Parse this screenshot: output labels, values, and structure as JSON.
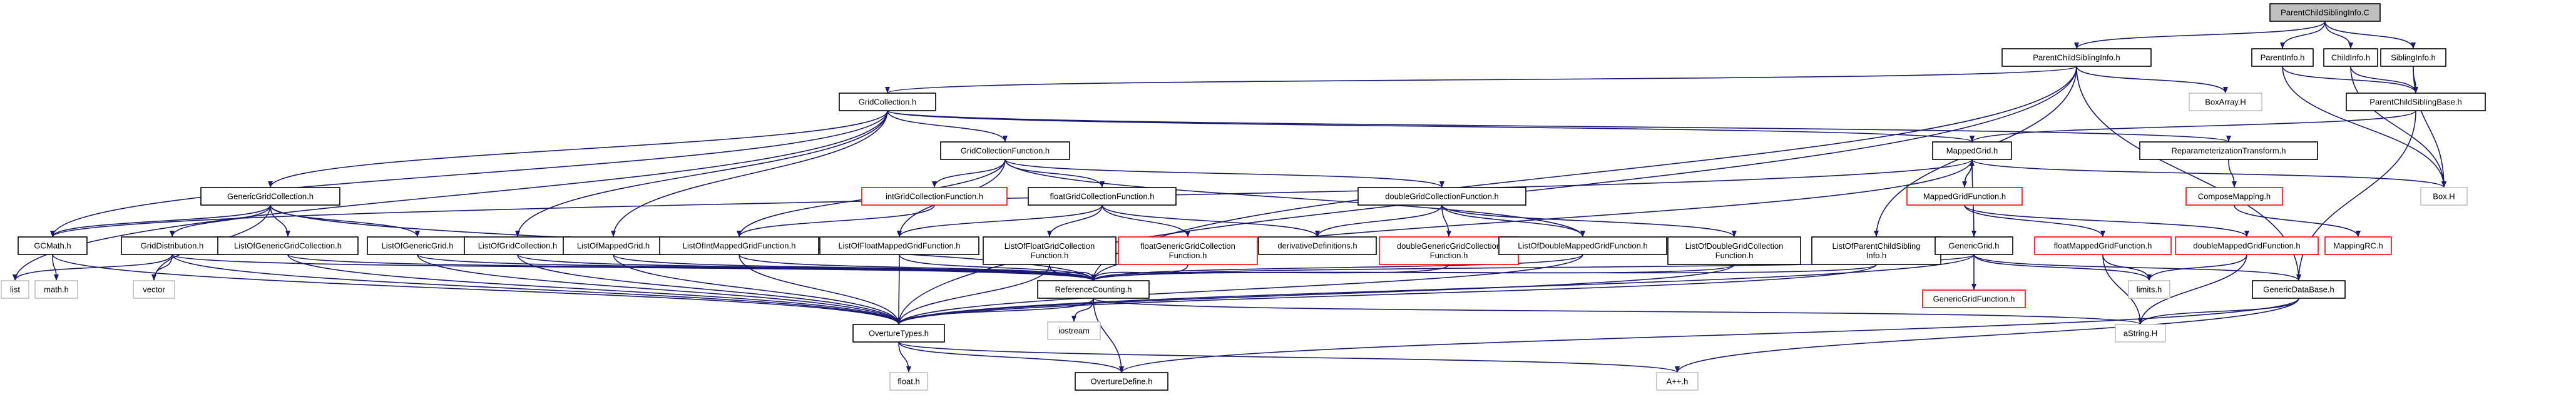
{
  "colors": {
    "edge": "#191970",
    "root_fill": "#bfbfbf",
    "border_documented": "#000000",
    "border_undocumented": "#ff0000",
    "border_external": "#bfbfbf",
    "node_fill": "#ffffff"
  },
  "nodes": {
    "root": {
      "label": "ParentChildSiblingInfo.C",
      "kind": "root"
    },
    "pcsinfo": {
      "label": "ParentChildSiblingInfo.h",
      "kind": "documented"
    },
    "parentinfo": {
      "label": "ParentInfo.h",
      "kind": "documented"
    },
    "childinfo": {
      "label": "ChildInfo.h",
      "kind": "documented"
    },
    "siblinginfo": {
      "label": "SiblingInfo.h",
      "kind": "documented"
    },
    "gridcollection": {
      "label": "GridCollection.h",
      "kind": "documented"
    },
    "boxarray": {
      "label": "BoxArray.H",
      "kind": "external"
    },
    "pcsbase": {
      "label": "ParentChildSiblingBase.h",
      "kind": "documented"
    },
    "gridcollfunc": {
      "label": "GridCollectionFunction.h",
      "kind": "documented"
    },
    "mappedgrid": {
      "label": "MappedGrid.h",
      "kind": "documented"
    },
    "reparam": {
      "label": "ReparameterizationTransform.h",
      "kind": "documented"
    },
    "genericgridcoll": {
      "label": "GenericGridCollection.h",
      "kind": "documented"
    },
    "intgridcollfunc": {
      "label": "intGridCollectionFunction.h",
      "kind": "undocumented"
    },
    "floatgridcollfunc": {
      "label": "floatGridCollectionFunction.h",
      "kind": "documented"
    },
    "doublegridcollfunc": {
      "label": "doubleGridCollectionFunction.h",
      "kind": "documented"
    },
    "mappedgridfunc": {
      "label": "MappedGridFunction.h",
      "kind": "undocumented"
    },
    "composemapping": {
      "label": "ComposeMapping.h",
      "kind": "undocumented"
    },
    "boxh": {
      "label": "Box.H",
      "kind": "external"
    },
    "gcmath": {
      "label": "GCMath.h",
      "kind": "documented"
    },
    "griddistribution": {
      "label": "GridDistribution.h",
      "kind": "documented"
    },
    "listofgenericgridcoll": {
      "label": "ListOfGenericGridCollection.h",
      "kind": "documented"
    },
    "listofgenericgrid": {
      "label": "ListOfGenericGrid.h",
      "kind": "documented"
    },
    "listofgridcoll": {
      "label": "ListOfGridCollection.h",
      "kind": "documented"
    },
    "listofmappedgrid": {
      "label": "ListOfMappedGrid.h",
      "kind": "documented"
    },
    "listofintmgf": {
      "label": "ListOfIntMappedGridFunction.h",
      "kind": "documented"
    },
    "listoffloatmgf": {
      "label": "ListOfFloatMappedGridFunction.h",
      "kind": "documented"
    },
    "listoffloatgcf": {
      "label": [
        "ListOfFloatGridCollection",
        "Function.h"
      ],
      "kind": "documented"
    },
    "floatgenericgcf": {
      "label": [
        "floatGenericGridCollection",
        "Function.h"
      ],
      "kind": "undocumented"
    },
    "derivdefs": {
      "label": "derivativeDefinitions.h",
      "kind": "documented"
    },
    "doublegenericgcf": {
      "label": [
        "doubleGenericGridCollection",
        "Function.h"
      ],
      "kind": "undocumented"
    },
    "listofdoublemgf": {
      "label": "ListOfDoubleMappedGridFunction.h",
      "kind": "documented"
    },
    "listofdoublegcf": {
      "label": [
        "ListOfDoubleGridCollection",
        "Function.h"
      ],
      "kind": "documented"
    },
    "listofpcs": {
      "label": [
        "ListOfParentChildSibling",
        "Info.h"
      ],
      "kind": "documented"
    },
    "genericgrid": {
      "label": "GenericGrid.h",
      "kind": "documented"
    },
    "floatmgf": {
      "label": "floatMappedGridFunction.h",
      "kind": "undocumented"
    },
    "doublemgf": {
      "label": "doubleMappedGridFunction.h",
      "kind": "undocumented"
    },
    "mappingrc": {
      "label": "MappingRC.h",
      "kind": "undocumented"
    },
    "list": {
      "label": "list",
      "kind": "external"
    },
    "mathh": {
      "label": "math.h",
      "kind": "external"
    },
    "vector": {
      "label": "vector",
      "kind": "external"
    },
    "refcounting": {
      "label": "ReferenceCounting.h",
      "kind": "documented"
    },
    "genericgridfunc": {
      "label": "GenericGridFunction.h",
      "kind": "undocumented"
    },
    "limits": {
      "label": "limits.h",
      "kind": "external"
    },
    "genericdatabase": {
      "label": "GenericDataBase.h",
      "kind": "documented"
    },
    "iostream": {
      "label": "iostream",
      "kind": "external"
    },
    "overturetypes": {
      "label": "OvertureTypes.h",
      "kind": "documented"
    },
    "astring": {
      "label": "aString.H",
      "kind": "external"
    },
    "floath": {
      "label": "float.h",
      "kind": "external"
    },
    "overturedefine": {
      "label": "OvertureDefine.h",
      "kind": "documented"
    },
    "app": {
      "label": "A++.h",
      "kind": "external"
    }
  },
  "edges": [
    [
      "root",
      "pcsinfo"
    ],
    [
      "root",
      "parentinfo"
    ],
    [
      "root",
      "childinfo"
    ],
    [
      "root",
      "siblinginfo"
    ],
    [
      "pcsinfo",
      "gridcollection"
    ],
    [
      "pcsinfo",
      "boxarray"
    ],
    [
      "pcsinfo",
      "listofpcs"
    ],
    [
      "pcsinfo",
      "refcounting"
    ],
    [
      "pcsinfo",
      "genericdatabase"
    ],
    [
      "pcsinfo",
      "overturetypes"
    ],
    [
      "parentinfo",
      "pcsbase"
    ],
    [
      "parentinfo",
      "boxh"
    ],
    [
      "childinfo",
      "pcsbase"
    ],
    [
      "childinfo",
      "boxh"
    ],
    [
      "siblinginfo",
      "pcsbase"
    ],
    [
      "siblinginfo",
      "boxh"
    ],
    [
      "pcsbase",
      "mappedgrid"
    ],
    [
      "pcsbase",
      "genericdatabase"
    ],
    [
      "gridcollection",
      "list"
    ],
    [
      "gridcollection",
      "gridcollfunc"
    ],
    [
      "gridcollection",
      "mappedgrid"
    ],
    [
      "gridcollection",
      "reparam"
    ],
    [
      "gridcollection",
      "genericgridcoll"
    ],
    [
      "gridcollection",
      "gcmath"
    ],
    [
      "gridcollection",
      "listofgridcoll"
    ],
    [
      "gridcollection",
      "listofmappedgrid"
    ],
    [
      "gridcollfunc",
      "intgridcollfunc"
    ],
    [
      "gridcollfunc",
      "floatgridcollfunc"
    ],
    [
      "gridcollfunc",
      "doublegridcollfunc"
    ],
    [
      "gridcollfunc",
      "listofintmgf"
    ],
    [
      "gridcollfunc",
      "listoffloatmgf"
    ],
    [
      "gridcollfunc",
      "listofdoublemgf"
    ],
    [
      "intgridcollfunc",
      "listofintmgf"
    ],
    [
      "floatgridcollfunc",
      "listoffloatgcf"
    ],
    [
      "floatgridcollfunc",
      "floatgenericgcf"
    ],
    [
      "floatgridcollfunc",
      "derivdefs"
    ],
    [
      "floatgridcollfunc",
      "listoffloatmgf"
    ],
    [
      "doublegridcollfunc",
      "doublegenericgcf"
    ],
    [
      "doublegridcollfunc",
      "derivdefs"
    ],
    [
      "doublegridcollfunc",
      "listofdoublemgf"
    ],
    [
      "doublegridcollfunc",
      "listofdoublegcf"
    ],
    [
      "mappedgrid",
      "mappedgridfunc"
    ],
    [
      "mappedgrid",
      "boxh"
    ],
    [
      "mappedgrid",
      "genericgrid"
    ],
    [
      "mappedgrid",
      "gcmath"
    ],
    [
      "mappedgrid",
      "refcounting"
    ],
    [
      "mappedgridfunc",
      "mappedgrid"
    ],
    [
      "mappedgridfunc",
      "floatmgf"
    ],
    [
      "mappedgridfunc",
      "doublemgf"
    ],
    [
      "reparam",
      "composemapping"
    ],
    [
      "composemapping",
      "mappingrc"
    ],
    [
      "floatmgf",
      "limits"
    ],
    [
      "floatmgf",
      "astring"
    ],
    [
      "doublemgf",
      "limits"
    ],
    [
      "doublemgf",
      "astring"
    ],
    [
      "genericgridcoll",
      "gcmath"
    ],
    [
      "genericgridcoll",
      "griddistribution"
    ],
    [
      "genericgridcoll",
      "listofgenericgridcoll"
    ],
    [
      "genericgridcoll",
      "listofgenericgrid"
    ],
    [
      "genericgridcoll",
      "vector"
    ],
    [
      "genericgridcoll",
      "refcounting"
    ],
    [
      "gcmath",
      "mathh"
    ],
    [
      "gcmath",
      "overturetypes"
    ],
    [
      "griddistribution",
      "list"
    ],
    [
      "griddistribution",
      "vector"
    ],
    [
      "griddistribution",
      "refcounting"
    ],
    [
      "griddistribution",
      "overturetypes"
    ],
    [
      "listofgenericgridcoll",
      "refcounting"
    ],
    [
      "listofgenericgridcoll",
      "overturetypes"
    ],
    [
      "listofgenericgrid",
      "refcounting"
    ],
    [
      "listofgenericgrid",
      "overturetypes"
    ],
    [
      "listofgridcoll",
      "refcounting"
    ],
    [
      "listofgridcoll",
      "overturetypes"
    ],
    [
      "listofmappedgrid",
      "refcounting"
    ],
    [
      "listofmappedgrid",
      "overturetypes"
    ],
    [
      "listofintmgf",
      "refcounting"
    ],
    [
      "listofintmgf",
      "overturetypes"
    ],
    [
      "listoffloatmgf",
      "refcounting"
    ],
    [
      "listoffloatmgf",
      "overturetypes"
    ],
    [
      "listoffloatgcf",
      "refcounting"
    ],
    [
      "listoffloatgcf",
      "overturetypes"
    ],
    [
      "floatgenericgcf",
      "refcounting"
    ],
    [
      "doublegenericgcf",
      "refcounting"
    ],
    [
      "listofdoublemgf",
      "refcounting"
    ],
    [
      "listofdoublemgf",
      "overturetypes"
    ],
    [
      "listofdoublegcf",
      "refcounting"
    ],
    [
      "listofdoublegcf",
      "overturetypes"
    ],
    [
      "listofpcs",
      "refcounting"
    ],
    [
      "listofpcs",
      "overturetypes"
    ],
    [
      "genericgrid",
      "refcounting"
    ],
    [
      "genericgrid",
      "genericgridfunc"
    ],
    [
      "genericgrid",
      "limits"
    ],
    [
      "genericgrid",
      "genericdatabase"
    ],
    [
      "genericgrid",
      "overturetypes"
    ],
    [
      "refcounting",
      "iostream"
    ],
    [
      "refcounting",
      "overturetypes"
    ],
    [
      "refcounting",
      "overturedefine"
    ],
    [
      "refcounting",
      "astring"
    ],
    [
      "genericdatabase",
      "astring"
    ],
    [
      "genericdatabase",
      "app"
    ],
    [
      "genericdatabase",
      "overturedefine"
    ],
    [
      "overturetypes",
      "floath"
    ],
    [
      "overturetypes",
      "overturedefine"
    ],
    [
      "overturetypes",
      "app"
    ]
  ]
}
